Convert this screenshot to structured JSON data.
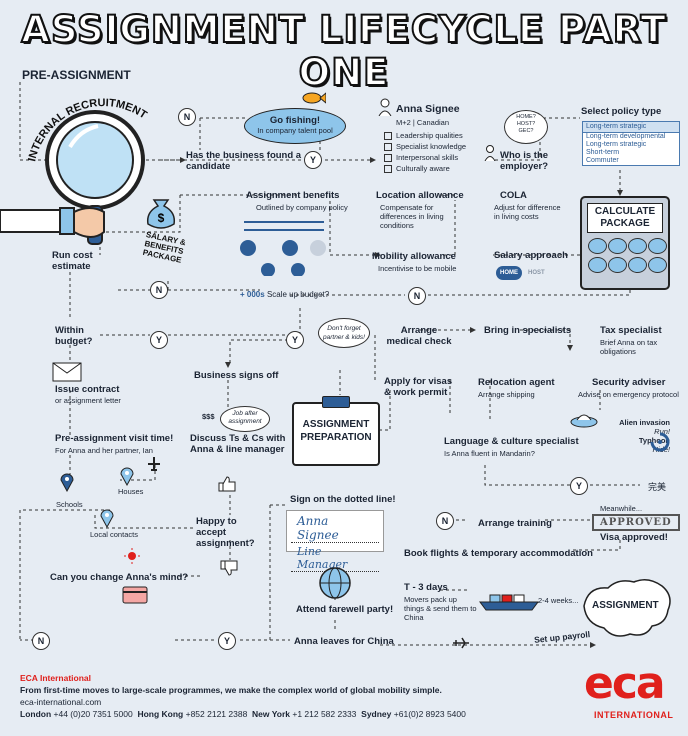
{
  "title": "ASSIGNMENT LIFECYCLE PART ONE",
  "section": "PRE-ASSIGNMENT",
  "internal_recruitment": "INTERNAL RECRUITMENT",
  "go_fishing": {
    "title": "Go fishing!",
    "sub": "In company talent pool"
  },
  "has_candidate": "Has the business found a candidate",
  "candidate": {
    "name": "Anna Signee",
    "detail": "M+2 | Canadian",
    "items": [
      "Leadership qualities",
      "Specialist knowledge",
      "Interpersonal skills",
      "Culturally aware"
    ]
  },
  "employer_bubble": [
    "HOME?",
    "HOST?",
    "GEC?"
  ],
  "who_employer": "Who is the employer?",
  "policy": {
    "label": "Select policy type",
    "selected": "Long-term strategic",
    "options": [
      "Long-term developmental",
      "Long-term strategic",
      "Short-term",
      "Commuter"
    ]
  },
  "salary_package": "SALARY & BENEFITS PACKAGE",
  "assignment_benefits": {
    "title": "Assignment benefits",
    "sub": "Outlined by company policy"
  },
  "location_allowance": {
    "title": "Location allowance",
    "sub": "Compensate for differences in living conditions"
  },
  "cola": {
    "title": "COLA",
    "sub": "Adjust for difference in living costs"
  },
  "calculate_package": "CALCULATE PACKAGE",
  "mobility_allowance": {
    "title": "Mobility allowance",
    "sub": "Incentivise to be mobile"
  },
  "salary_approach": {
    "title": "Salary approach",
    "home": "HOME",
    "host": "HOST"
  },
  "run_cost": "Run cost estimate",
  "scale_up": {
    "title": "+ 000s",
    "sub": "Scale up budget?"
  },
  "within_budget": "Within budget?",
  "yes": "Y",
  "no": "N",
  "arrange_medical": "Arrange medical check",
  "bring_specialists": "Bring in specialists",
  "tax_specialist": {
    "title": "Tax specialist",
    "sub": "Brief Anna on tax obligations"
  },
  "budget_bubble": "Don't forget partner & kids!",
  "issue_contract": {
    "title": "Issue contract",
    "sub": "or assignment letter"
  },
  "business_signs": "Business signs off",
  "apply_visas": "Apply for visas & work permit",
  "relocation_agent": {
    "title": "Relocation agent",
    "sub": "Arrange shipping"
  },
  "security_adviser": {
    "title": "Security adviser",
    "sub": "Advise on emergency protocol"
  },
  "alien_invasion": {
    "title": "Alien invasion",
    "run": "Run!",
    "typhoon": "Typhoon",
    "hide": "Hide!"
  },
  "visit_time": {
    "title": "Pre-assignment visit time!",
    "sub": "For Anna and her partner, Ian"
  },
  "job_bubble": {
    "price": "$$$",
    "text": "Job after assignment"
  },
  "discuss_ts": "Discuss Ts & Cs with Anna & line manager",
  "assignment_preparation": "ASSIGNMENT PREPARATION",
  "language_specialist": {
    "title": "Language & culture specialist",
    "sub": "Is Anna fluent in Mandarin?"
  },
  "wanmei": "完美",
  "houses": "Houses",
  "schools": "Schools",
  "local_contacts": "Local contacts",
  "sign_dotted": "Sign on the dotted line!",
  "signature": [
    "Anna Signee",
    "Line Manager"
  ],
  "happy_accept": "Happy to accept assignment?",
  "arrange_training": "Arrange training",
  "meanwhile": "Meanwhile...",
  "approved_stamp": "APPROVED",
  "visa_approved": "Visa approved!",
  "book_flights": "Book flights & temporary accommodation",
  "change_mind": "Can you change Anna's mind?",
  "t3days": {
    "title": "T - 3 days",
    "sub": "Movers pack up things & send them to China"
  },
  "weeks": "2-4 weeks...",
  "assignment_label": "ASSIGNMENT",
  "farewell": "Attend farewell party!",
  "leaves_china": "Anna leaves for China",
  "set_up_payroll": "Set up payroll",
  "footer": {
    "company": "ECA International",
    "tagline": "From first-time moves to large-scale programmes, we make the complex world of global mobility simple.",
    "url": "eca-international.com",
    "contacts": [
      {
        "city": "London",
        "phone": "+44 (0)20 7351 5000"
      },
      {
        "city": "Hong Kong",
        "phone": "+852 2121 2388"
      },
      {
        "city": "New York",
        "phone": "+1 212 582 2333"
      },
      {
        "city": "Sydney",
        "phone": "+61(0)2 8923 5400"
      }
    ]
  },
  "logo": {
    "mark": "eca",
    "sub": "INTERNATIONAL"
  },
  "colors": {
    "background": "#e6ecf3",
    "accent_blue": "#2d5d96",
    "light_blue": "#8ec5ea",
    "brand_red": "#e0201c"
  }
}
